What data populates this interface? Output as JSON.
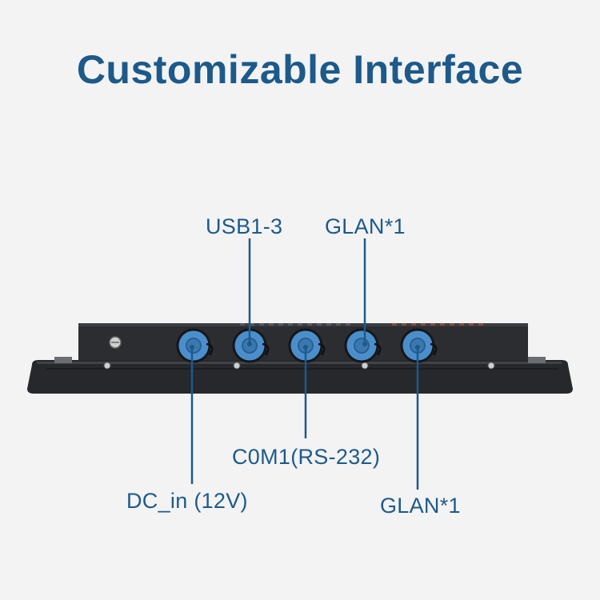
{
  "title": "Customizable Interface",
  "labels": {
    "usb": "USB1-3",
    "glan_top": "GLAN*1",
    "com": "C0M1(RS-232)",
    "dc_in": "DC_in (12V)",
    "glan_bottom": "GLAN*1"
  },
  "colors": {
    "accent": "#1d5a8a",
    "background": "#f3f3f4",
    "chassis": "#2a2c30",
    "port": "#4a8fcc"
  }
}
